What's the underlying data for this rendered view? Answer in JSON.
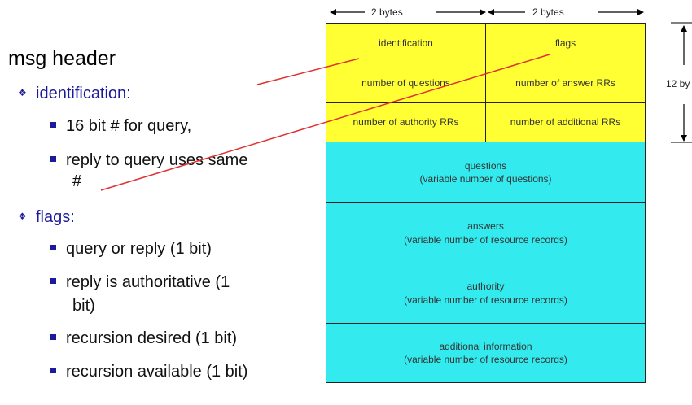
{
  "left": {
    "title": "msg header",
    "identification": {
      "label": "identification:",
      "points": [
        "16 bit # for query,",
        "reply to query uses same",
        "#"
      ]
    },
    "flags": {
      "label": "flags:",
      "points": [
        "query or reply (1 bit)",
        "reply is authoritative (1",
        "bit)",
        "recursion desired (1 bit)",
        "recursion available (1 bit)"
      ]
    }
  },
  "header": {
    "byte_label_left": "2 bytes",
    "byte_label_right": "2 bytes",
    "side_label": "12 by",
    "cells": {
      "identification": "identification",
      "flags": "flags",
      "num_questions": "number of questions",
      "num_answer_rrs": "number of answer RRs",
      "num_authority_rrs": "number of authority RRs",
      "num_additional_rrs": "number of additional RRs"
    }
  },
  "body": {
    "questions": {
      "title": "questions",
      "sub": "(variable number of questions)"
    },
    "answers": {
      "title": "answers",
      "sub": "(variable number of resource records)"
    },
    "authority": {
      "title": "authority",
      "sub": "(variable number of resource  records)"
    },
    "additional": {
      "title": "additional information",
      "sub": "(variable number of resource records)"
    }
  },
  "colors": {
    "header_fill": "#ffff33",
    "section_fill": "#33eaee",
    "pointer_line": "#e03030",
    "bullet": "#1b1b9a"
  }
}
